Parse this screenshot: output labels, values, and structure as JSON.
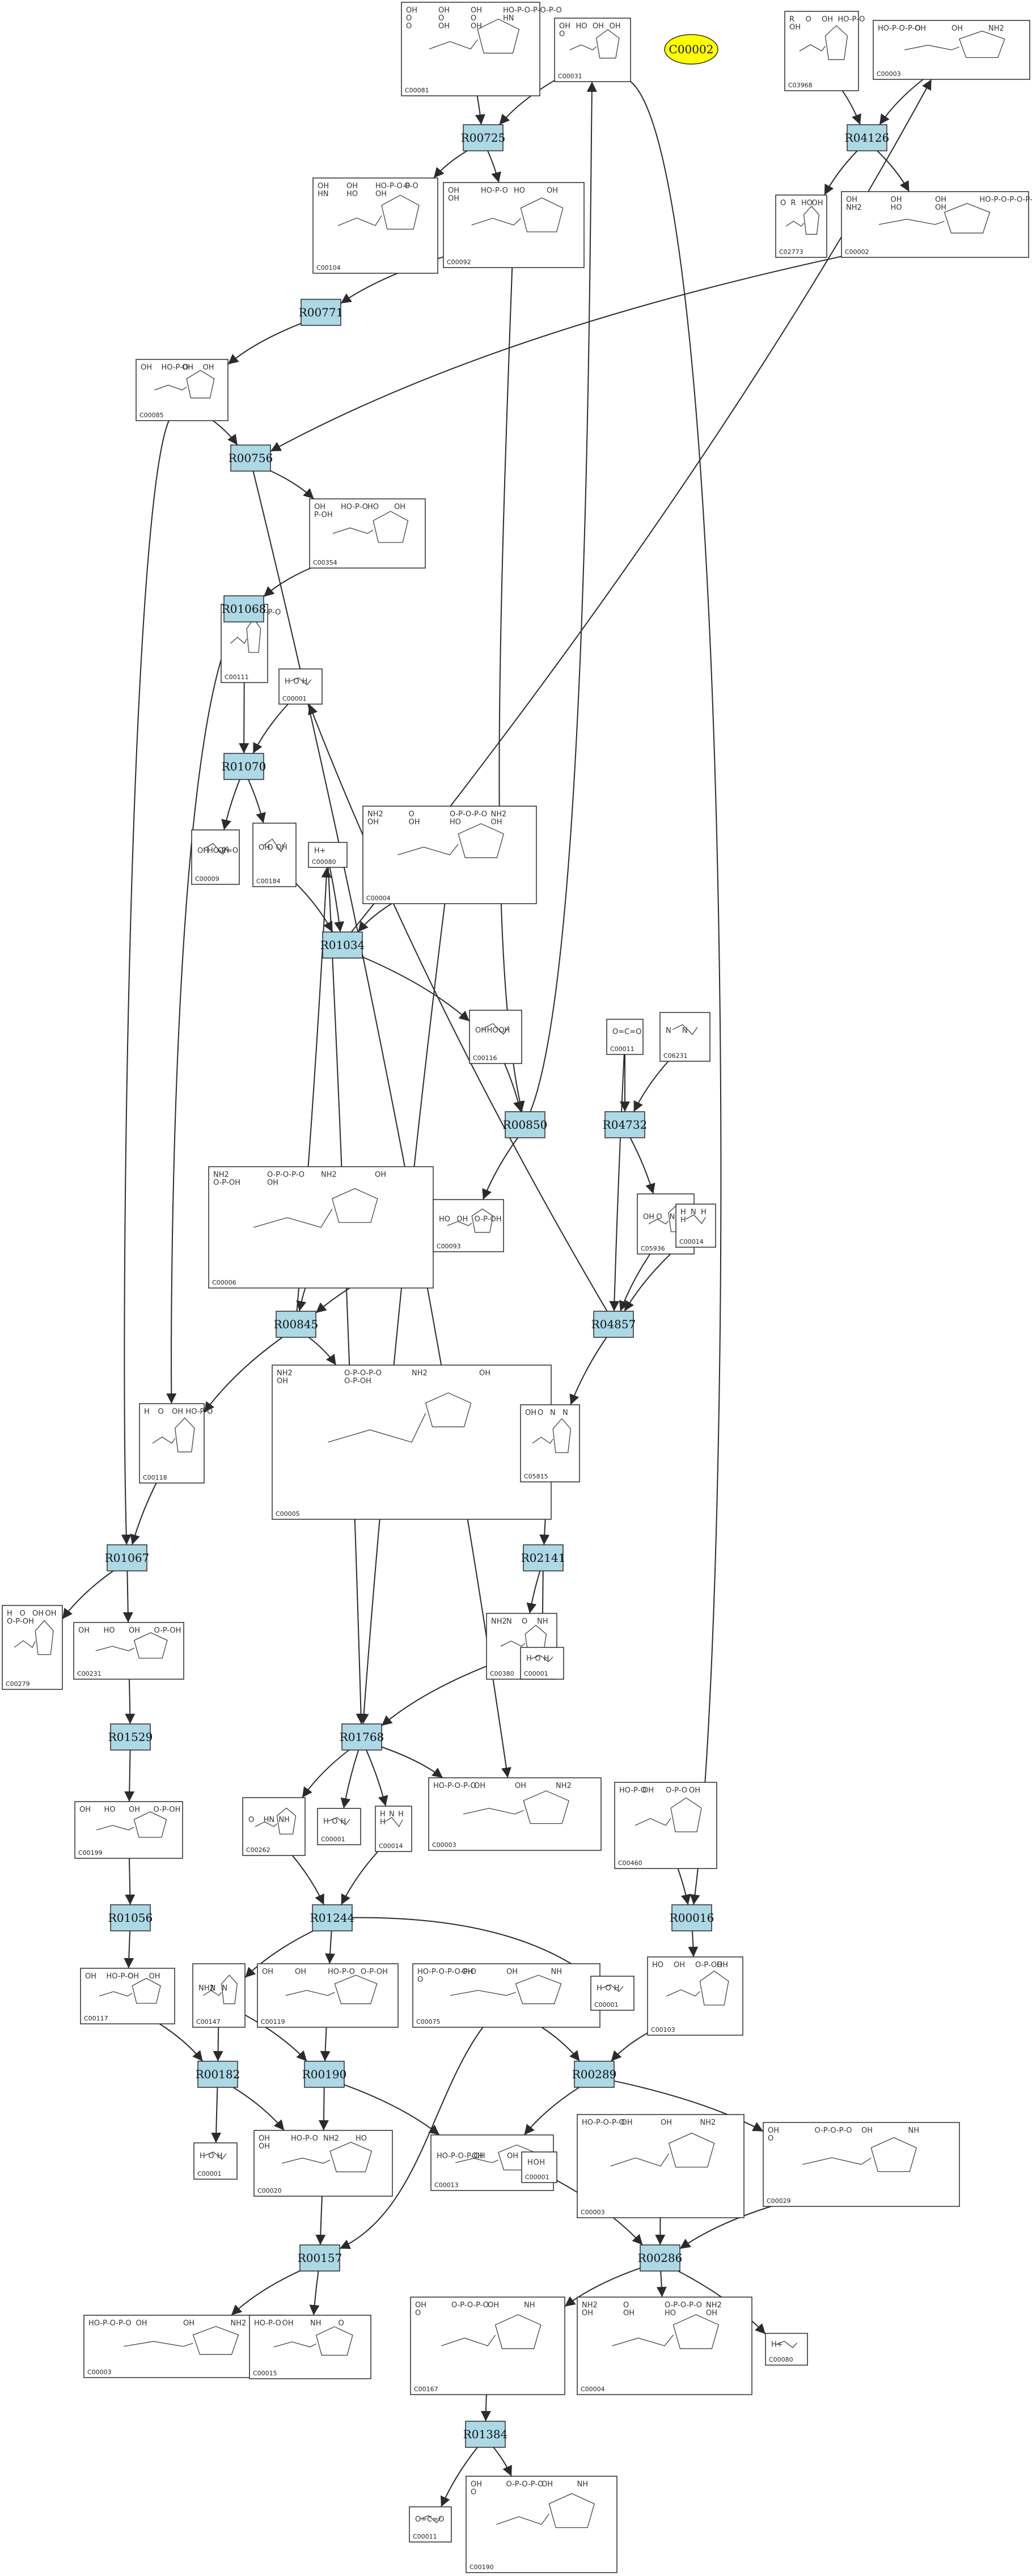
{
  "highlight": {
    "label": "C00002",
    "color": "#ffff00"
  },
  "reaction_color": "#add8e6",
  "reactions": [
    {
      "id": "R00725"
    },
    {
      "id": "R04126"
    },
    {
      "id": "R00771"
    },
    {
      "id": "R00756"
    },
    {
      "id": "R01068"
    },
    {
      "id": "R01070"
    },
    {
      "id": "R01034"
    },
    {
      "id": "R00850"
    },
    {
      "id": "R04732"
    },
    {
      "id": "R00845"
    },
    {
      "id": "R04857"
    },
    {
      "id": "R01067"
    },
    {
      "id": "R02141"
    },
    {
      "id": "R01529"
    },
    {
      "id": "R01768"
    },
    {
      "id": "R01056"
    },
    {
      "id": "R00016"
    },
    {
      "id": "R01244"
    },
    {
      "id": "R00182"
    },
    {
      "id": "R00190"
    },
    {
      "id": "R00289"
    },
    {
      "id": "R00157"
    },
    {
      "id": "R00286"
    },
    {
      "id": "R01384"
    }
  ],
  "compounds": [
    {
      "id": "C00081",
      "atoms": [
        "OH",
        "OH",
        "OH",
        "HO-P-O-P-O-P-O",
        "O",
        "O",
        "O",
        "HN",
        "O",
        "OH",
        "OH"
      ]
    },
    {
      "id": "C00031",
      "atoms": [
        "OH",
        "HO",
        "OH",
        "OH",
        "O"
      ]
    },
    {
      "id": "C03968",
      "atoms": [
        "R",
        "O",
        "OH",
        "HO-P-O",
        "OH"
      ]
    },
    {
      "id": "C00003",
      "atoms": [
        "HO-P-O-P-O",
        "OH",
        "OH",
        "NH2"
      ]
    },
    {
      "id": "C00104",
      "atoms": [
        "OH",
        "OH",
        "HO-P-O-P-O",
        "O",
        "HN",
        "HO",
        "OH"
      ]
    },
    {
      "id": "C00092",
      "atoms": [
        "OH",
        "HO-P-O",
        "HO",
        "OH",
        "OH"
      ]
    },
    {
      "id": "C02773",
      "atoms": [
        "O",
        "R",
        "HO",
        "OH"
      ]
    },
    {
      "id": "C00002",
      "atoms": [
        "OH",
        "OH",
        "OH",
        "HO-P-O-P-O-P-O",
        "NH2",
        "HO",
        "OH"
      ]
    },
    {
      "id": "C00085",
      "atoms": [
        "OH",
        "HO-P-O",
        "OH",
        "OH"
      ]
    },
    {
      "id": "C00354",
      "atoms": [
        "OH",
        "HO-P-O",
        "HO",
        "OH",
        "P-OH"
      ]
    },
    {
      "id": "C00111",
      "atoms": [
        "OH",
        "O",
        "OH",
        "HO-P-O",
        "OH"
      ]
    },
    {
      "id": "C00001",
      "atoms": [
        "H",
        "O",
        "H"
      ]
    },
    {
      "id": "C00009",
      "atoms": [
        "OH",
        "HO-P=O",
        "OH"
      ]
    },
    {
      "id": "C00184",
      "atoms": [
        "OH",
        "O",
        "OH"
      ]
    },
    {
      "id": "C00080",
      "atoms": [
        "H+"
      ]
    },
    {
      "id": "C00004",
      "atoms": [
        "NH2",
        "O",
        "O-P-O-P-O",
        "NH2",
        "OH",
        "OH",
        "HO",
        "OH"
      ]
    },
    {
      "id": "C00116",
      "atoms": [
        "OH",
        "HO",
        "OH"
      ]
    },
    {
      "id": "C00011",
      "atoms": [
        "O=C=O"
      ]
    },
    {
      "id": "C06231",
      "atoms": [
        "N",
        "N"
      ]
    },
    {
      "id": "C00006",
      "atoms": [
        "NH2",
        "O-P-O-P-O",
        "NH2",
        "OH",
        "O-P-OH",
        "OH"
      ]
    },
    {
      "id": "C00093",
      "atoms": [
        "HO",
        "OH",
        "O-P-OH"
      ]
    },
    {
      "id": "C05936",
      "atoms": [
        "OH",
        "O",
        "N"
      ]
    },
    {
      "id": "C00014",
      "atoms": [
        "H",
        "N",
        "H",
        "H"
      ]
    },
    {
      "id": "C00005",
      "atoms": [
        "NH2",
        "O-P-O-P-O",
        "NH2",
        "OH",
        "OH",
        "O-P-OH"
      ]
    },
    {
      "id": "C00118",
      "atoms": [
        "H",
        "O",
        "OH",
        "HO-P-O"
      ]
    },
    {
      "id": "C05815",
      "atoms": [
        "OH",
        "O",
        "N",
        "N"
      ]
    },
    {
      "id": "C00279",
      "atoms": [
        "H",
        "O",
        "OH",
        "OH",
        "O-P-OH"
      ]
    },
    {
      "id": "C00231",
      "atoms": [
        "OH",
        "HO",
        "OH",
        "O-P-OH"
      ]
    },
    {
      "id": "C00380",
      "atoms": [
        "NH2",
        "N",
        "O",
        "NH"
      ]
    },
    {
      "id": "C00199",
      "atoms": [
        "OH",
        "HO",
        "OH",
        "O-P-OH"
      ]
    },
    {
      "id": "C00262",
      "atoms": [
        "O",
        "HN",
        "NH"
      ]
    },
    {
      "id": "C00460",
      "atoms": [
        "HO-P-O",
        "OH",
        "O-P-O",
        "OH"
      ]
    },
    {
      "id": "C00117",
      "atoms": [
        "OH",
        "HO-P-O",
        "OH",
        "OH"
      ]
    },
    {
      "id": "C00147",
      "atoms": [
        "NH2",
        "N",
        "N"
      ]
    },
    {
      "id": "C00119",
      "atoms": [
        "OH",
        "OH",
        "HO-P-O",
        "O-P-OH"
      ]
    },
    {
      "id": "C00075",
      "atoms": [
        "HO-P-O-P-O-P-O",
        "OH",
        "OH",
        "NH",
        "O"
      ]
    },
    {
      "id": "C00103",
      "atoms": [
        "HO",
        "OH",
        "O-P-OH",
        "OH"
      ]
    },
    {
      "id": "C00020",
      "atoms": [
        "OH",
        "HO-P-O",
        "NH2",
        "HO",
        "OH"
      ]
    },
    {
      "id": "C00013",
      "atoms": [
        "HO-P-O-P-OH",
        "OH",
        "OH"
      ]
    },
    {
      "id": "C00029",
      "atoms": [
        "OH",
        "O-P-O-P-O",
        "OH",
        "NH",
        "O"
      ]
    },
    {
      "id": "C00015",
      "atoms": [
        "HO-P-O",
        "OH",
        "NH",
        "O"
      ]
    },
    {
      "id": "C00167",
      "atoms": [
        "OH",
        "O-P-O-P-O",
        "OH",
        "NH",
        "O"
      ]
    },
    {
      "id": "C00190",
      "atoms": [
        "OH",
        "O-P-O-P-O",
        "OH",
        "NH",
        "O"
      ]
    }
  ]
}
